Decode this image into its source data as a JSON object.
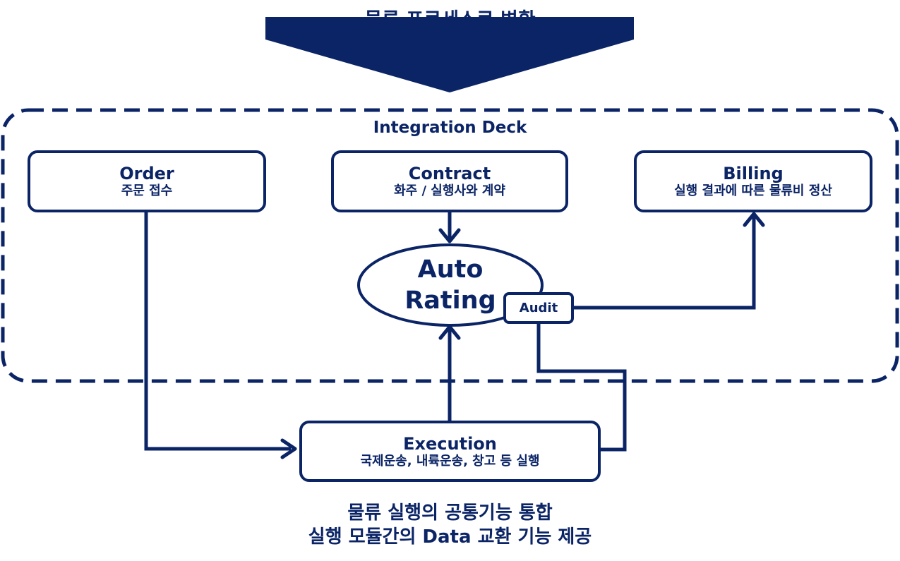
{
  "header": {
    "title": "물류 프로세스로 변환"
  },
  "deck": {
    "title": "Integration Deck"
  },
  "nodes": {
    "order": {
      "name": "Order",
      "desc": "주문 접수"
    },
    "contract": {
      "name": "Contract",
      "desc": "화주 / 실행사와 계약"
    },
    "billing": {
      "name": "Billing",
      "desc": "실행 결과에 따른 물류비 정산"
    },
    "auto_rating": {
      "line1": "Auto",
      "line2": "Rating"
    },
    "audit": {
      "label": "Audit"
    },
    "execution": {
      "name": "Execution",
      "desc": "국제운송, 내륙운송, 창고 등 실행"
    }
  },
  "footer": {
    "line1": "물류 실행의 공통기능 통합",
    "line2": "실행 모듈간의 Data 교환 기능 제공"
  },
  "colors": {
    "primary": "#0b2466",
    "background": "#ffffff"
  }
}
